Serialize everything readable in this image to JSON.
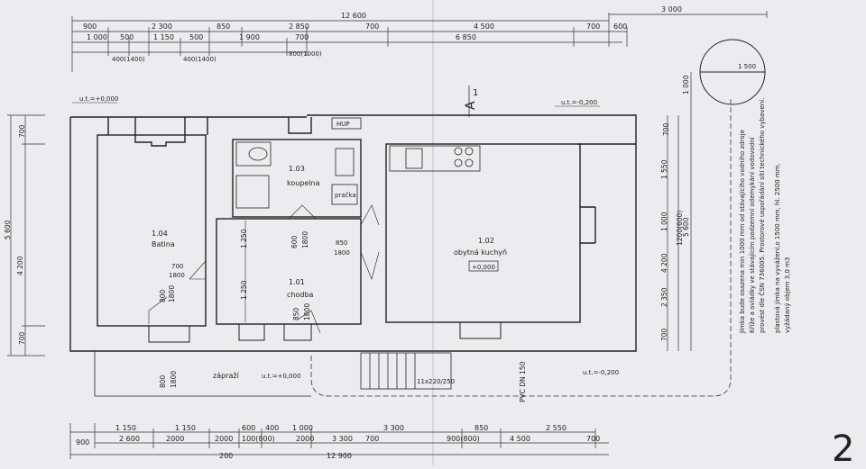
{
  "dimensions": {
    "top_overall": "12 600",
    "top_right": "3 000",
    "top_row1": [
      "900",
      "2 300",
      "850",
      "2 850",
      "700",
      "4 500",
      "700",
      "600"
    ],
    "top_row2": [
      "1 000",
      "500",
      "1 150",
      "500",
      "1 900",
      "700",
      "6 850"
    ],
    "top_row3": [
      "400(1400)",
      "400(1400)",
      "800(1000)"
    ],
    "bottom_row1": [
      "1 150",
      "1 150",
      "600",
      "400",
      "1 000",
      "3 300",
      "850",
      "2 550"
    ],
    "bottom_row2": [
      "900",
      "2 600",
      "2000",
      "2000",
      "100(800)",
      "2000",
      "3 300",
      "700",
      "900(800)",
      "4 500",
      "700"
    ],
    "bottom_row3": [
      "200",
      "12 900"
    ],
    "left_overall": "5 600",
    "left_parts": [
      "700",
      "4 200",
      "700"
    ],
    "right_parts": [
      "700",
      "1 550",
      "1 000",
      "1200(600)",
      "4 200",
      "2 350",
      "700"
    ],
    "right_overall": "5 600",
    "right_top": "1 000",
    "well_diameter": "1 500"
  },
  "levels": {
    "top_left": "u.t.=+0,000",
    "top_right": "u.t.=-0,200",
    "porch": "u.t.=+0,000",
    "bottom_right": "u.t.=-0,200"
  },
  "rooms": {
    "r104": {
      "number": "1.04",
      "name": "Batina"
    },
    "r103": {
      "number": "1.03",
      "name": "koupelna",
      "extra": "pračka"
    },
    "r101": {
      "number": "1.01",
      "name": "chodba"
    },
    "r102": {
      "number": "1.02",
      "name": "obytná kuchyň",
      "level": "+0,000"
    }
  },
  "door_labels": {
    "d1": [
      "700",
      "1800"
    ],
    "d2": [
      "800",
      "1800"
    ],
    "d3": [
      "600",
      "1800"
    ],
    "d4": [
      "850",
      "1800"
    ],
    "d5": [
      "850",
      "1800"
    ],
    "d6": [
      "800",
      "1800"
    ]
  },
  "corridor_dims": [
    "1 250",
    "1 250"
  ],
  "labels": {
    "hup": "HUP",
    "section": "A",
    "section_num": "1",
    "porch_name": "zápraží",
    "stair": "11x220/250",
    "pipe": "PVC DN 150"
  },
  "well_note": [
    "Jímka bude osazena min 1000 mm od stávajícího vodního zdroje",
    "Kříže a ovládky ve stávajícím podzemní odemykání vodovodní",
    "provést dle ČSN 736005. Prostorové uspořádání sítí technického vybavení.",
    "plastová jímka na vyvážení,o 1500 mm, hl. 2500 mm,",
    "vyžádaný objem 3,0 m3"
  ],
  "page_mark": "2"
}
